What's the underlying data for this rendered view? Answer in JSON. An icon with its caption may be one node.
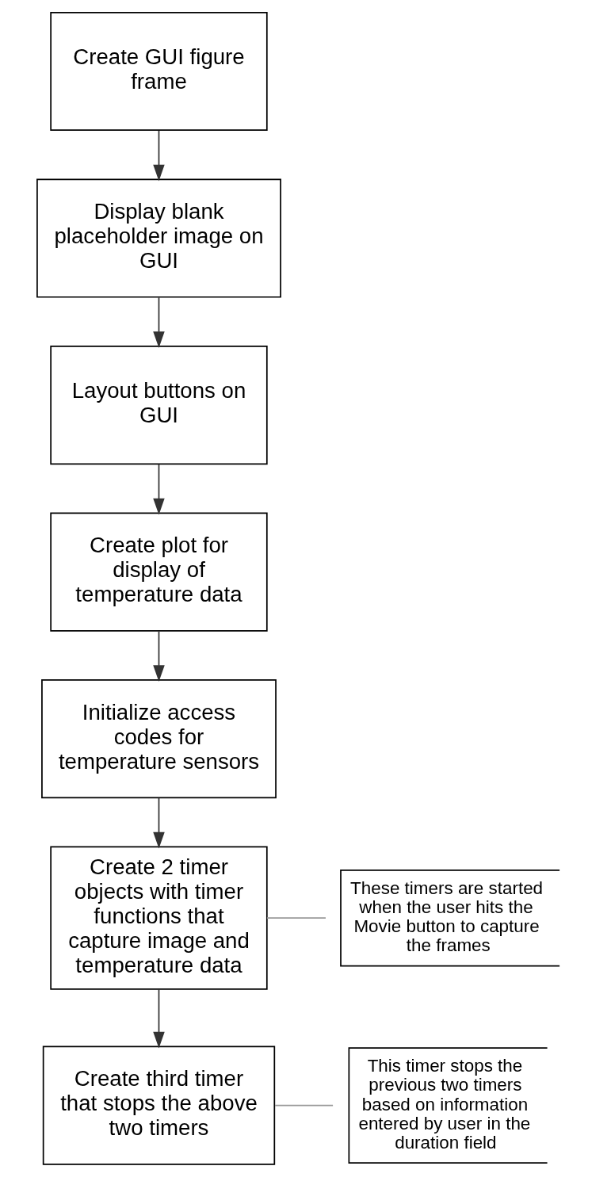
{
  "diagram": {
    "nodes": [
      {
        "text": [
          "Create GUI figure frame"
        ]
      },
      {
        "text": [
          "Display blank placeholder image on GUI"
        ]
      },
      {
        "text": [
          "Layout buttons on GUI"
        ]
      },
      {
        "text": [
          "Create plot for display of temperature data"
        ]
      },
      {
        "text": [
          "Initialize access codes for temperature sensors"
        ]
      },
      {
        "text": [
          "Create 2 timer objects with timer functions that capture image and temperature data"
        ]
      },
      {
        "text": [
          "Create third timer that stops the above two timers"
        ]
      },
      {
        "text": [
          "These timers are started when the user hits the Movie button to capture the frames"
        ]
      },
      {
        "text": [
          "This timer stops the previous two timers based on information entered by user in the duration field"
        ]
      }
    ],
    "edges": [
      {
        "from": 0,
        "to": 1,
        "arrow": "to"
      },
      {
        "from": 1,
        "to": 2,
        "arrow": "to"
      },
      {
        "from": 2,
        "to": 3,
        "arrow": "to"
      },
      {
        "from": 3,
        "to": 4,
        "arrow": "to"
      },
      {
        "from": 4,
        "to": 5,
        "arrow": "to"
      },
      {
        "from": 5,
        "to": 6,
        "arrow": "to"
      },
      {
        "from": 7,
        "to": 5,
        "arrow": "none",
        "color": "#999999"
      },
      {
        "from": 8,
        "to": 6,
        "arrow": "none",
        "color": "#999999"
      }
    ]
  }
}
